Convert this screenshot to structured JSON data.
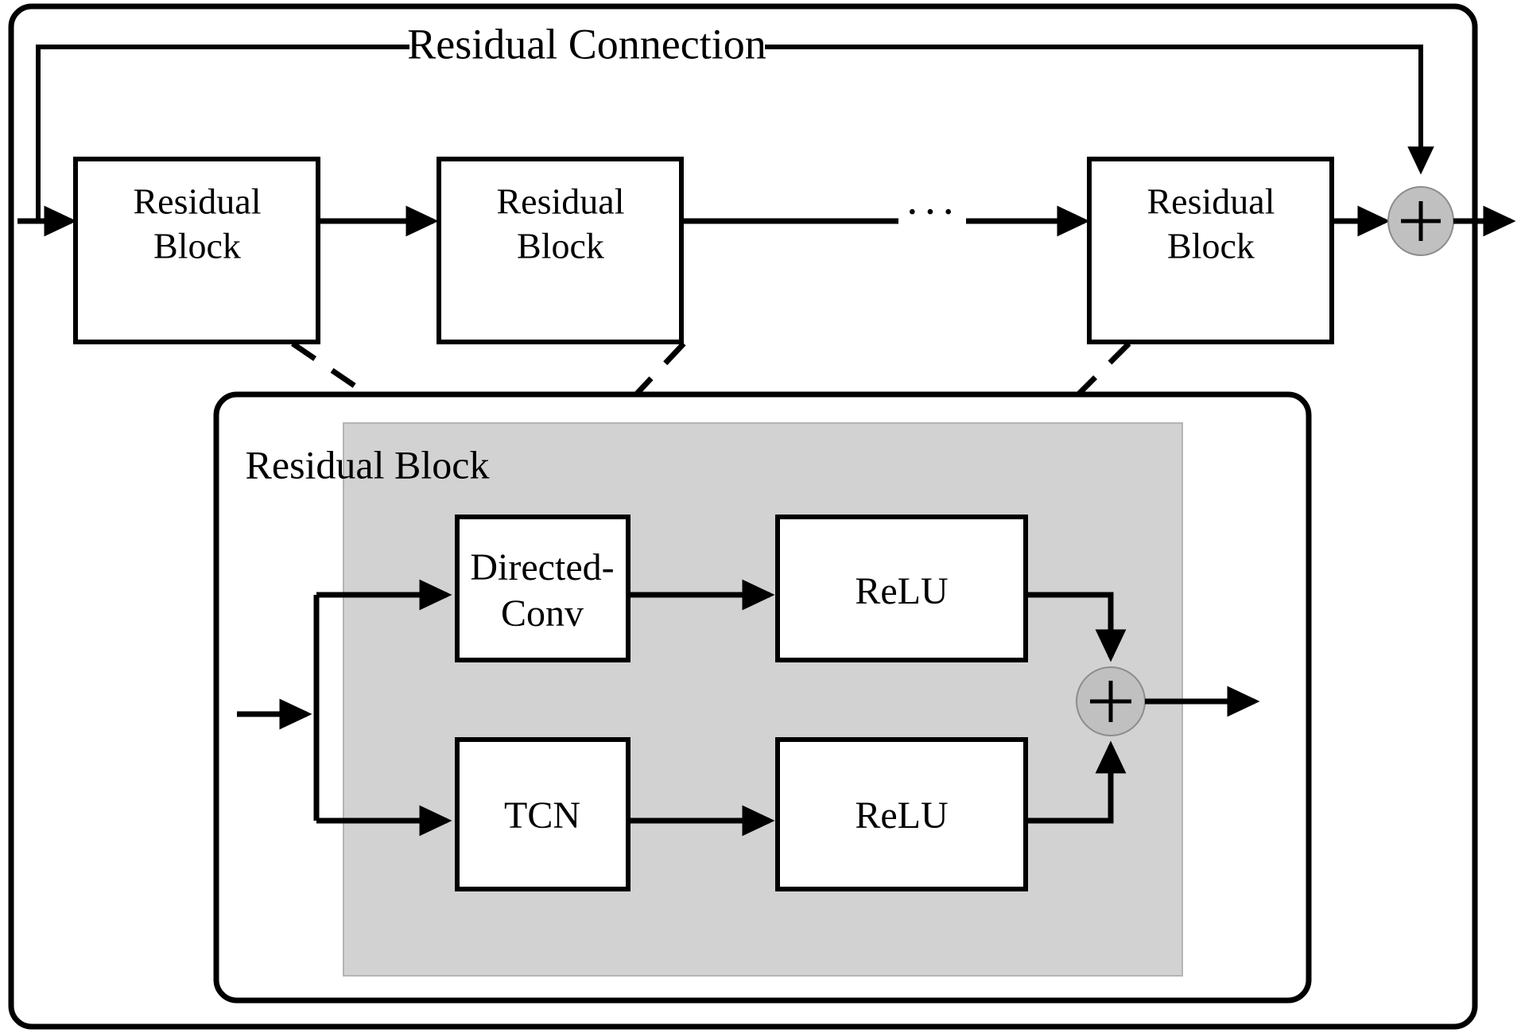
{
  "diagram": {
    "title_label": "Residual Connection",
    "ellipsis": "···",
    "colors": {
      "line": "#000000",
      "sum_node_fill": "#c0c0c0",
      "panel_fill": "#d2d2d2",
      "box_fill": "#ffffff",
      "background": "#ffffff"
    },
    "top_chain": {
      "blocks": [
        {
          "line1": "Residual",
          "line2": "Block"
        },
        {
          "line1": "Residual",
          "line2": "Block"
        },
        {
          "line1": "Residual",
          "line2": "Block"
        }
      ],
      "sum_symbol": "+"
    },
    "detail_panel": {
      "title": "Residual Block",
      "sum_symbol": "+",
      "top_branch": [
        {
          "line1": "Directed-",
          "line2": "Conv"
        },
        {
          "line1": "ReLU",
          "line2": ""
        }
      ],
      "bottom_branch": [
        {
          "line1": "TCN",
          "line2": ""
        },
        {
          "line1": "ReLU",
          "line2": ""
        }
      ]
    }
  }
}
